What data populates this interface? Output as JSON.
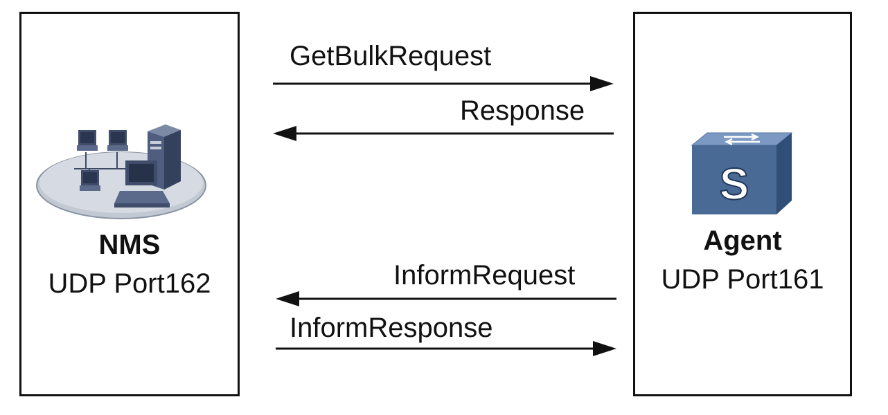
{
  "nms": {
    "title": "NMS",
    "port": "UDP Port162",
    "icon": "network-pcs-server-icon"
  },
  "agent": {
    "title": "Agent",
    "port": "UDP Port161",
    "icon": "switch-icon",
    "icon_letter": "S"
  },
  "messages": [
    {
      "label": "GetBulkRequest",
      "direction": "nms-to-agent"
    },
    {
      "label": "Response",
      "direction": "agent-to-nms"
    },
    {
      "label": "InformRequest",
      "direction": "agent-to-nms"
    },
    {
      "label": "InformResponse",
      "direction": "nms-to-agent"
    }
  ],
  "colors": {
    "line": "#111111",
    "switch_face": "#4a6a96",
    "switch_side": "#2f4f78",
    "switch_top": "#7b99c2",
    "network_disk": "#c8cdd6"
  }
}
